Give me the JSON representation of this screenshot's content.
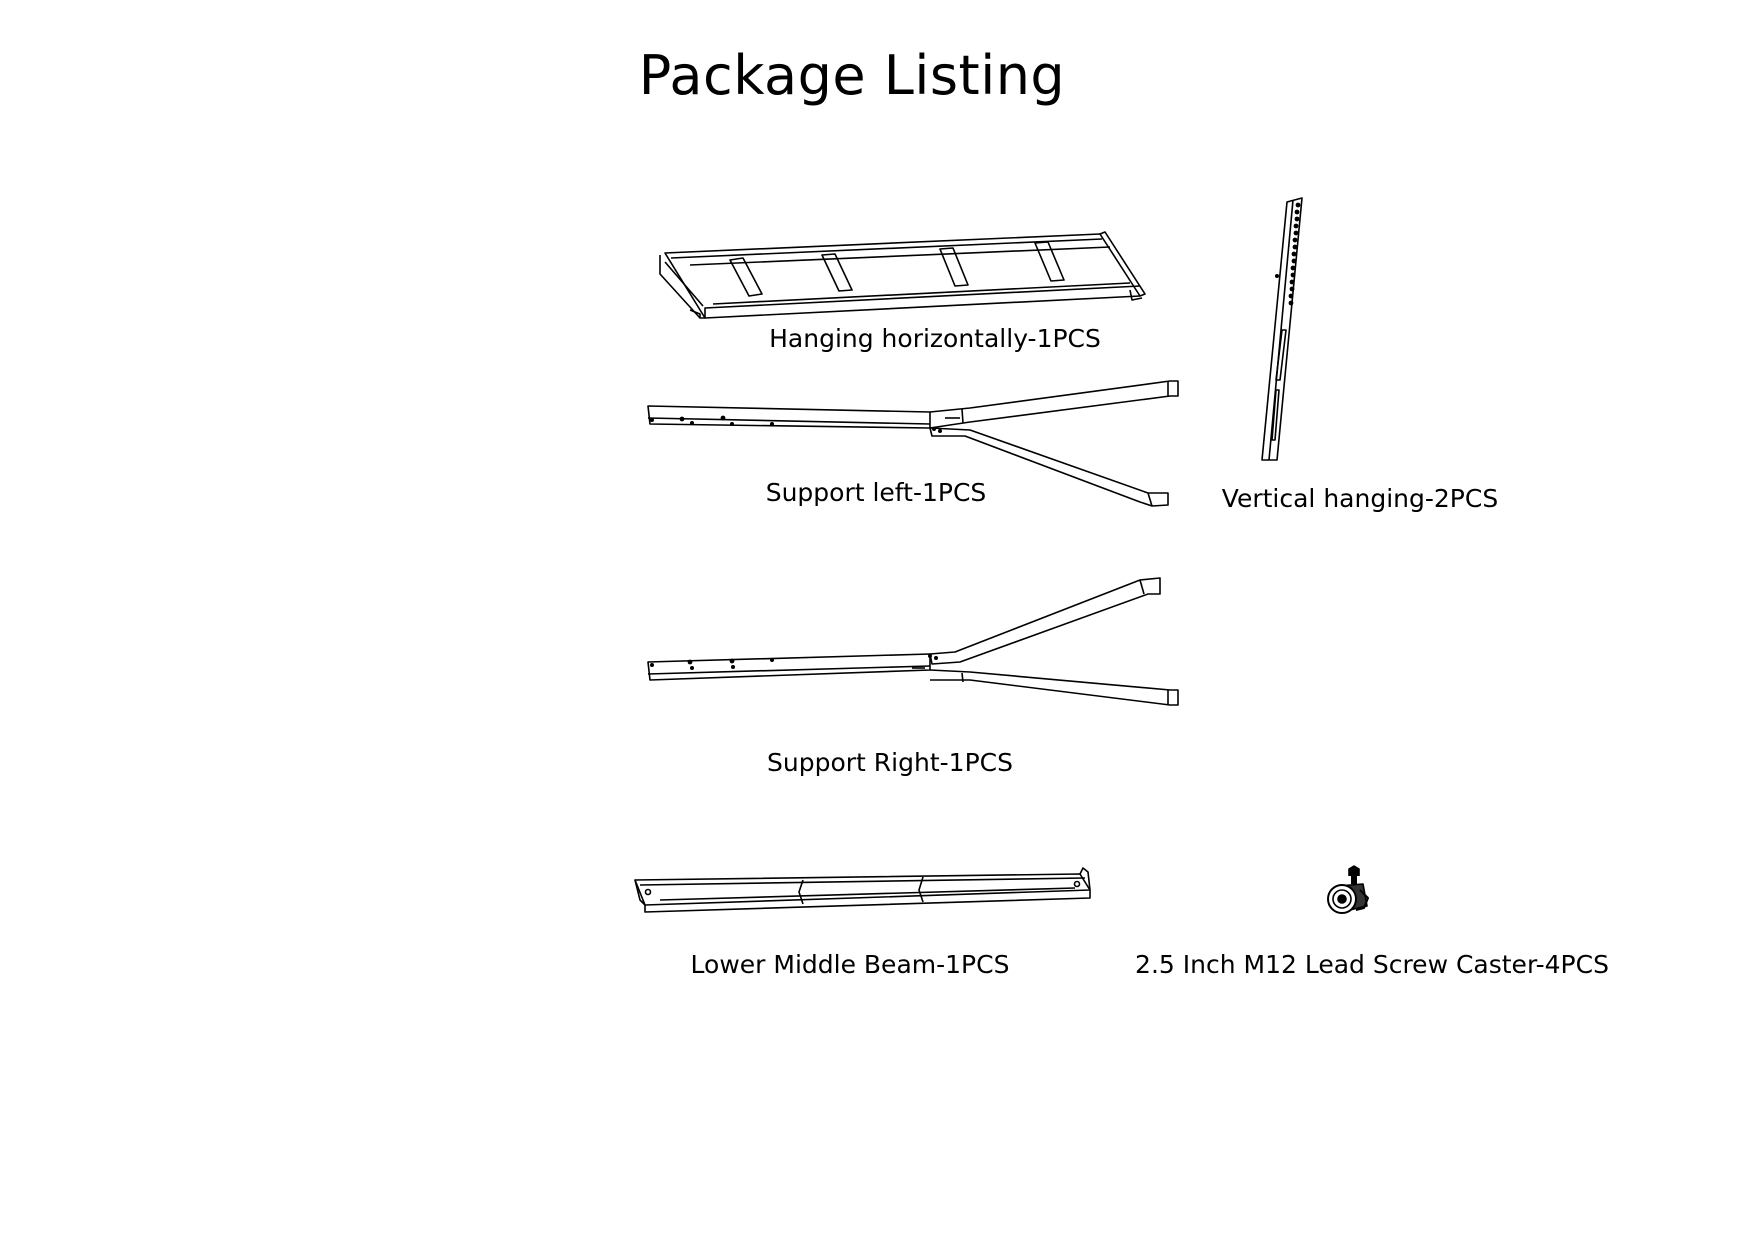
{
  "title": "Package Listing",
  "parts": [
    {
      "id": "hanging-horizontally",
      "label": "Hanging horizontally-1PCS"
    },
    {
      "id": "vertical-hanging",
      "label": "Vertical hanging-2PCS"
    },
    {
      "id": "support-left",
      "label": "Support left-1PCS"
    },
    {
      "id": "support-right",
      "label": "Support Right-1PCS"
    },
    {
      "id": "lower-middle-beam",
      "label": "Lower Middle Beam-1PCS"
    },
    {
      "id": "caster",
      "label": "2.5 Inch M12 Lead Screw Caster-4PCS"
    }
  ],
  "colors": {
    "line": "#000000",
    "background": "#ffffff"
  }
}
